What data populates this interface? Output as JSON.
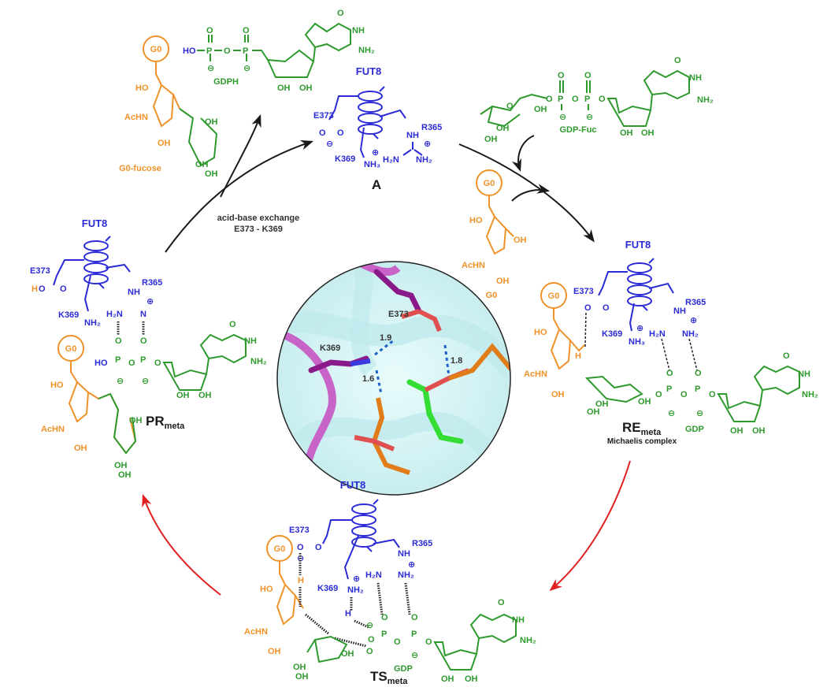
{
  "figure": {
    "title": "FUT8 catalytic cycle (SNi-like mechanism)",
    "colors": {
      "enzyme": "#2b2bd6",
      "donor": "#2e9a2e",
      "acceptor": "#f0922a",
      "forward_arrow": "#1a1a1a",
      "chemical_step_arrow": "#e02020"
    },
    "states": {
      "A": {
        "label": "A",
        "enzyme": "FUT8",
        "residues": [
          "E373",
          "R365",
          "K369"
        ],
        "groups": [
          "NH",
          "H2N",
          "NH2",
          "NH3",
          "O",
          "O"
        ],
        "charges": [
          "⊖",
          "⊕",
          "⊕"
        ]
      },
      "RE": {
        "label_main": "RE",
        "label_sub": "meta",
        "caption": "Michaelis complex",
        "enzyme": "FUT8",
        "residues": [
          "E373",
          "R365",
          "K369"
        ],
        "donor_label": "GDP",
        "acceptor_label": "G0"
      },
      "TS": {
        "label_main": "TS",
        "label_sub": "meta",
        "enzyme": "FUT8",
        "residues": [
          "E373",
          "R365",
          "K369"
        ],
        "donor_label": "GDP",
        "acceptor_label": "G0"
      },
      "PR": {
        "label_main": "PR",
        "label_sub": "meta",
        "enzyme": "FUT8",
        "residues": [
          "E373",
          "R365",
          "K369"
        ],
        "acceptor_label": "G0"
      }
    },
    "molecules": {
      "gdph": {
        "label": "GDPH",
        "proton": "HO"
      },
      "gdp_fuc": {
        "label": "GDP-Fuc"
      },
      "g0_fucose": {
        "label": "G0-fucose",
        "acceptor": "G0",
        "achn": "AcHN"
      },
      "g0": {
        "label": "G0",
        "circle": "G0",
        "achn": "AcHN"
      }
    },
    "arrow_labels": {
      "acid_base_line1": "acid-base exchange",
      "acid_base_line2": "E373 - K369"
    },
    "inset": {
      "residue_labels": [
        "E373",
        "K369"
      ],
      "distances": [
        "1.9",
        "1.6",
        "1.8"
      ]
    },
    "atom_text": {
      "oh": "OH",
      "ho": "HO",
      "o": "O",
      "p": "P",
      "n": "N",
      "nh": "NH",
      "nh2": "NH₂",
      "h2n": "H₂N",
      "nh3": "NH₃",
      "h": "H",
      "achn": "AcHN",
      "minus": "⊖",
      "plus": "⊕"
    }
  }
}
